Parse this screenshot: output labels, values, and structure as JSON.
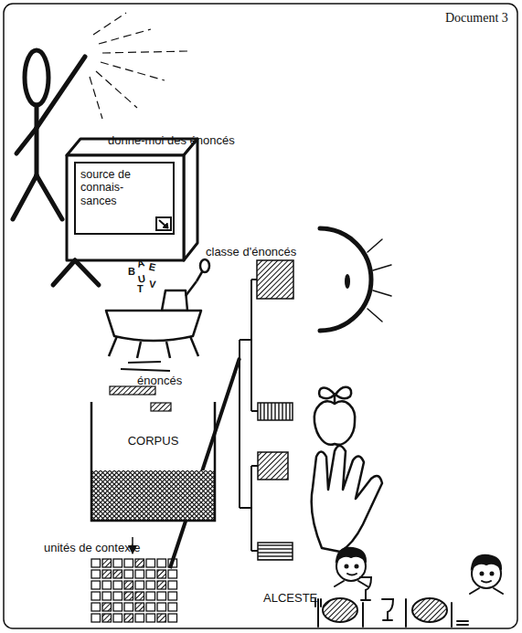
{
  "diagram": {
    "title": "Document 3",
    "nodes": [
      {
        "text": [
          "source de connais- sances"
        ]
      },
      {
        "text": [
          "CORPUS"
        ]
      }
    ],
    "labels": [
      "donne-moi des énoncés",
      "A",
      "E",
      "B",
      "U",
      "T",
      "V",
      "énoncés",
      "classe d'énoncés",
      "unités de contexte",
      "ALCESTE"
    ]
  }
}
